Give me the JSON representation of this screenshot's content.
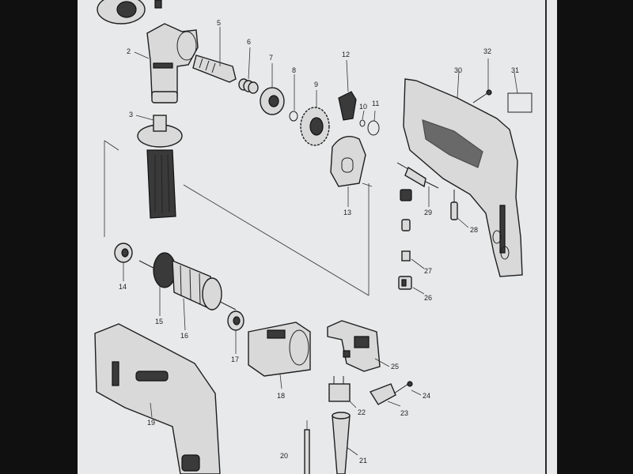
{
  "diagram": {
    "callouts": [
      {
        "id": "c2",
        "label": "2"
      },
      {
        "id": "c3",
        "label": "3"
      },
      {
        "id": "c5",
        "label": "5"
      },
      {
        "id": "c6",
        "label": "6"
      },
      {
        "id": "c7",
        "label": "7"
      },
      {
        "id": "c8",
        "label": "8"
      },
      {
        "id": "c9",
        "label": "9"
      },
      {
        "id": "c10",
        "label": "10"
      },
      {
        "id": "c11",
        "label": "11"
      },
      {
        "id": "c12",
        "label": "12"
      },
      {
        "id": "c13",
        "label": "13"
      },
      {
        "id": "c14",
        "label": "14"
      },
      {
        "id": "c15",
        "label": "15"
      },
      {
        "id": "c16",
        "label": "16"
      },
      {
        "id": "c17",
        "label": "17"
      },
      {
        "id": "c18",
        "label": "18"
      },
      {
        "id": "c19",
        "label": "19"
      },
      {
        "id": "c20",
        "label": "20"
      },
      {
        "id": "c21",
        "label": "21"
      },
      {
        "id": "c22",
        "label": "22"
      },
      {
        "id": "c23",
        "label": "23"
      },
      {
        "id": "c24",
        "label": "24"
      },
      {
        "id": "c25",
        "label": "25"
      },
      {
        "id": "c26",
        "label": "26"
      },
      {
        "id": "c27",
        "label": "27"
      },
      {
        "id": "c28",
        "label": "28"
      },
      {
        "id": "c29",
        "label": "29"
      },
      {
        "id": "c30",
        "label": "30"
      },
      {
        "id": "c31",
        "label": "31"
      },
      {
        "id": "c32",
        "label": "32"
      }
    ]
  }
}
